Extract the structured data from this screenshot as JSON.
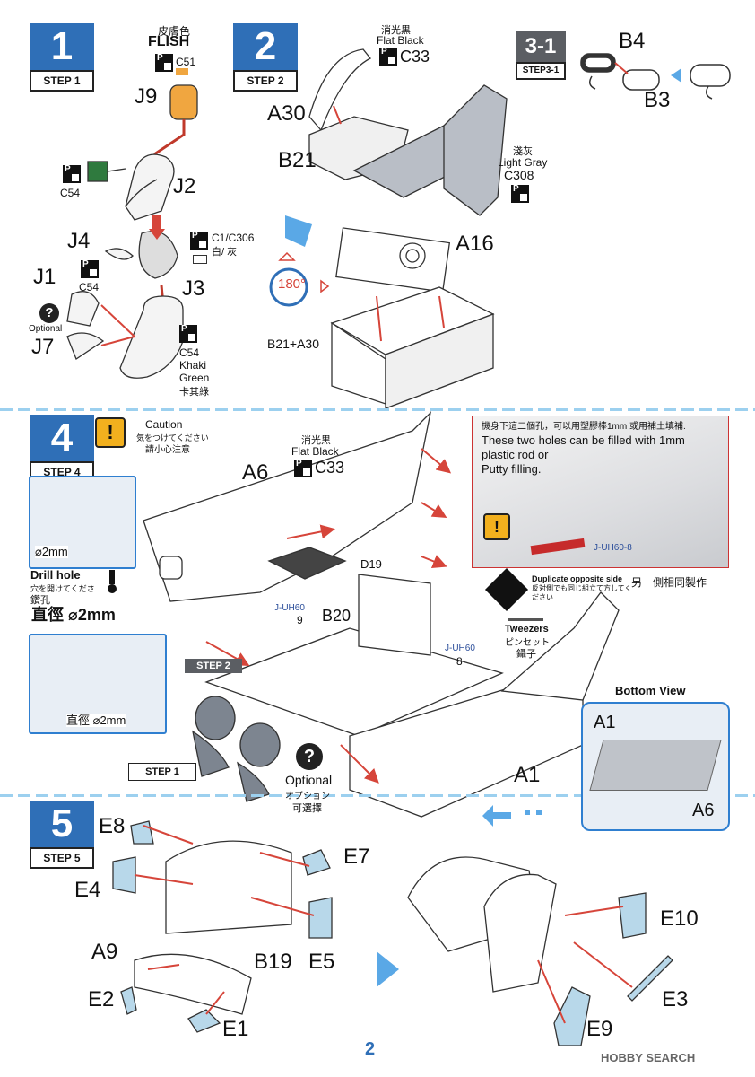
{
  "page_number": "2",
  "watermark": "HOBBY SEARCH",
  "step1": {
    "number": "1",
    "label": "STEP 1",
    "flesh_cn": "皮膚色",
    "flesh_en": "FLISH",
    "flesh_code": "C51",
    "parts": {
      "j9": "J9",
      "j2": "J2",
      "j4": "J4",
      "j1": "J1",
      "j7": "J7",
      "j3": "J3"
    },
    "green_code": "C54",
    "helmet_code": "C1/C306",
    "helmet_color_cn": "白/ 灰",
    "body_code_small": "C54",
    "optional": "Optional",
    "khaki_code": "C54",
    "khaki_en1": "Khaki",
    "khaki_en2": "Green",
    "khaki_cn": "卡其綠"
  },
  "step2": {
    "number": "2",
    "label": "STEP 2",
    "flat_black_cn": "消光黒",
    "flat_black_en": "Flat Black",
    "flat_black_code": "C33",
    "parts": {
      "a30": "A30",
      "b21": "B21",
      "a16": "A16",
      "b21a30": "B21+A30"
    },
    "light_gray_cn": "淺灰",
    "light_gray_en": "Light Gray",
    "light_gray_code": "C308",
    "rotate": "180°"
  },
  "step3_1": {
    "number": "3-1",
    "label": "STEP3-1",
    "parts": {
      "b4": "B4",
      "b3": "B3"
    }
  },
  "step4": {
    "number": "4",
    "label": "STEP 4",
    "caution_en": "Caution",
    "caution_jp": "気をつけてください",
    "caution_cn": "請小心注意",
    "flat_black_cn": "消光黒",
    "flat_black_en": "Flat Black",
    "flat_black_code": "C33",
    "parts": {
      "a6": "A6",
      "d19": "D19",
      "b20": "B20",
      "a1": "A1"
    },
    "decal_a": "J-UH60",
    "decal_a_num": "9",
    "decal_b": "J-UH60",
    "decal_b_num": "8",
    "diameter_small": "⌀2mm",
    "drill_en": "Drill hole",
    "drill_jp": "穴を開けてくださ",
    "drill_cn": "鑽孔",
    "diameter_cn": "直徑 ⌀2mm",
    "diameter_inset": "直徑 ⌀2mm",
    "step2_tag": "STEP 2",
    "step1_tag": "STEP 1",
    "optional_en": "Optional",
    "optional_jp": "オプション",
    "optional_cn": "可選擇",
    "note_cn": "機身下這二個孔，可以用塑膠棒1mm 或用補土填補.",
    "note_en1": "These two holes can be filled with 1mm",
    "note_en2": "plastic rod or",
    "note_en3": "Putty filling.",
    "note_decal": "J-UH60-8",
    "dup_en": "Duplicate opposite side",
    "dup_jp1": "反対側でも同じ組立て方してく",
    "dup_jp2": "ださい",
    "dup_cn": "另一側相同製作",
    "tweezers_en": "Tweezers",
    "tweezers_jp": "ピンセット",
    "tweezers_cn": "鑷子",
    "bottom_view": "Bottom View",
    "bv_a1": "A1",
    "bv_a6": "A6"
  },
  "step5": {
    "number": "5",
    "label": "STEP 5",
    "parts": {
      "e8": "E8",
      "e7": "E7",
      "e4": "E4",
      "e5": "E5",
      "a9": "A9",
      "b19": "B19",
      "e2": "E2",
      "e1": "E1",
      "e10": "E10",
      "e3": "E3",
      "e9": "E9"
    }
  },
  "colors": {
    "step_blue": "#2f6fb7",
    "arrow_red": "#d6453a",
    "flow_blue": "#5aa8e6",
    "caution_yellow": "#f2b01e",
    "flesh": "#f0a640",
    "green": "#2f7a3e"
  }
}
